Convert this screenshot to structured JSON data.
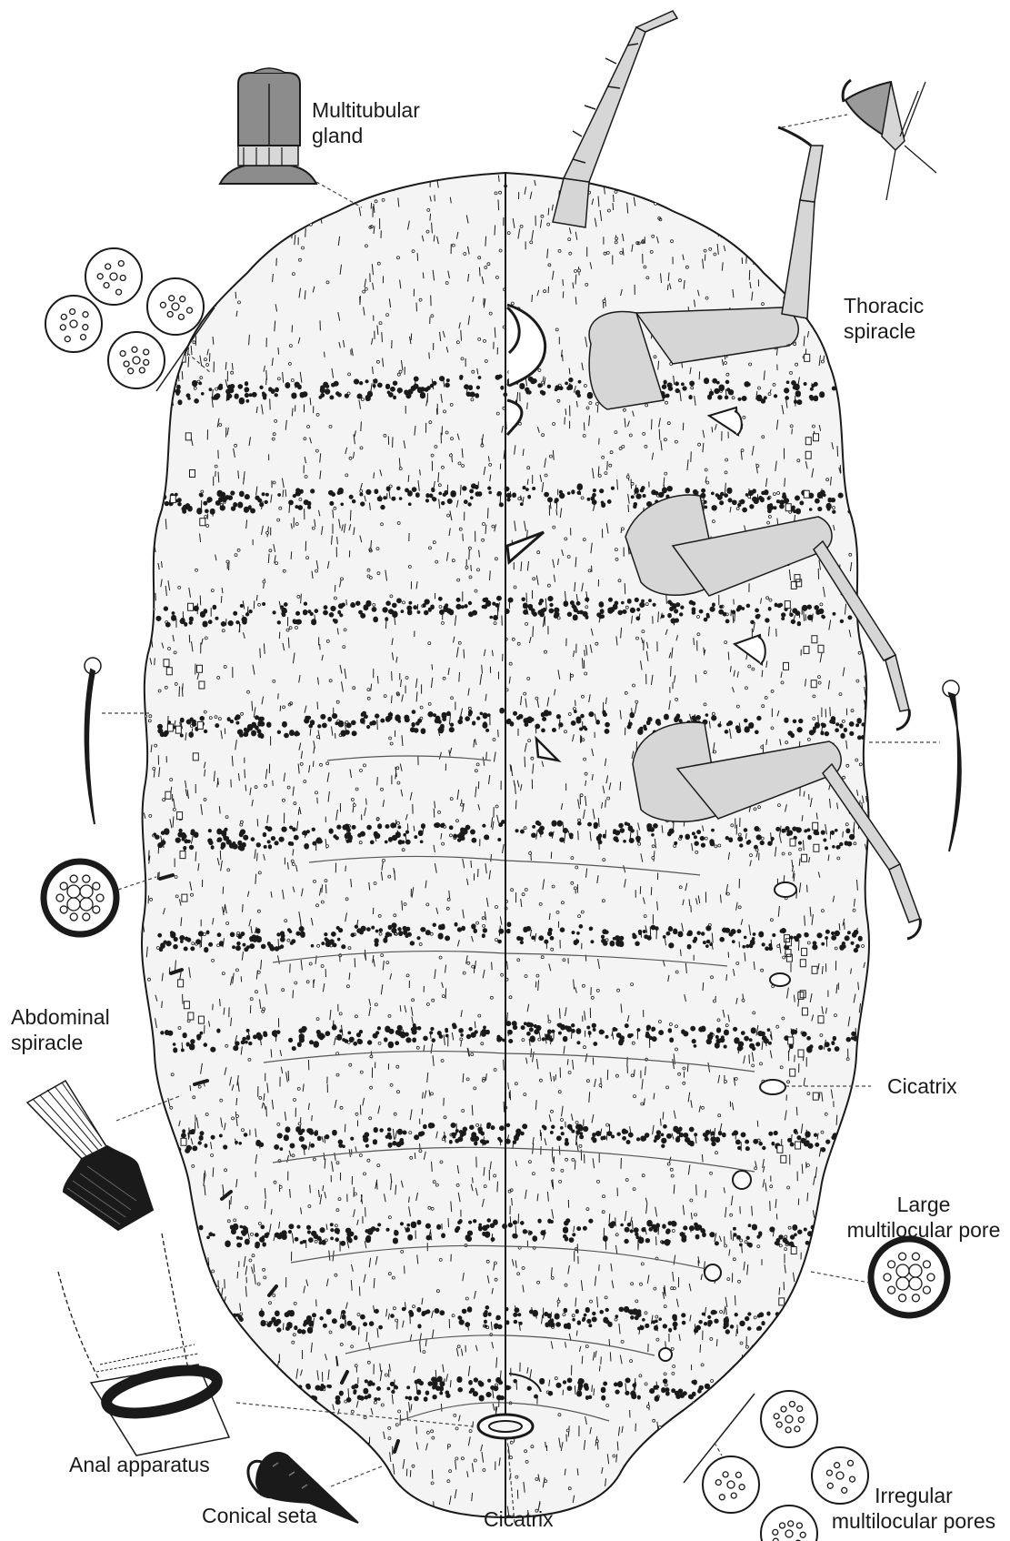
{
  "labels": {
    "multitubular_gland": [
      "Multitubular",
      "gland"
    ],
    "thoracic_spiracle": [
      "Thoracic",
      "spiracle"
    ],
    "abdominal_spiracle": [
      "Abdominal",
      "spiracle"
    ],
    "cicatrix_side": "Cicatrix",
    "large_multilocular_pore": [
      "Large",
      "multilocular pore"
    ],
    "anal_apparatus": "Anal apparatus",
    "conical_seta": "Conical seta",
    "cicatrix_bottom": "Cicatrix",
    "irregular_multilocular_pores": [
      "Irregular",
      "multilocular pores"
    ]
  },
  "colors": {
    "ink": "#1a1a1a",
    "body_fill": "#f4f4f4",
    "appendage_fill": "#d6d6d6",
    "gland_fill": "#9a9a9a"
  }
}
